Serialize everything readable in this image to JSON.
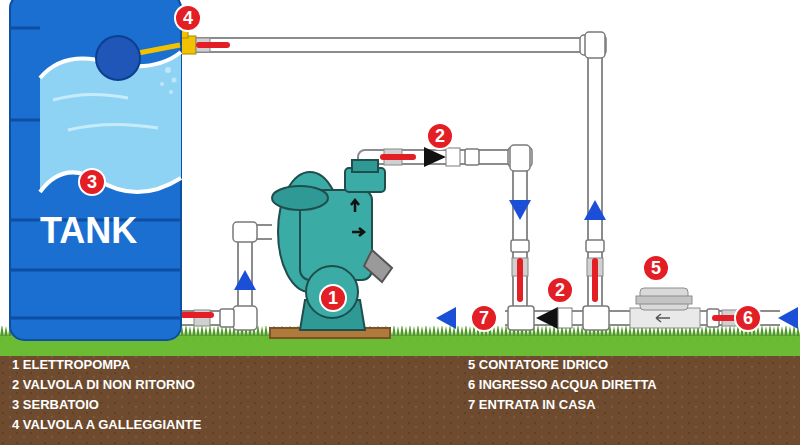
{
  "diagram": {
    "nodes": [
      {
        "text": [
          "TANK"
        ]
      }
    ],
    "labels": [
      "4",
      "2",
      "3",
      "5",
      "1",
      "7",
      "2",
      "6",
      "1 ELETTROPOMPA",
      "2 VALVOLA DI NON RITORNO",
      "3 SERBATOIO",
      "4 VALVOLA A GALLEGGIANTE",
      "5 CONTATORE IDRICO",
      "6 INGRESSO ACQUA DIRETTA",
      "7 ENTRATA IN CASA"
    ]
  }
}
